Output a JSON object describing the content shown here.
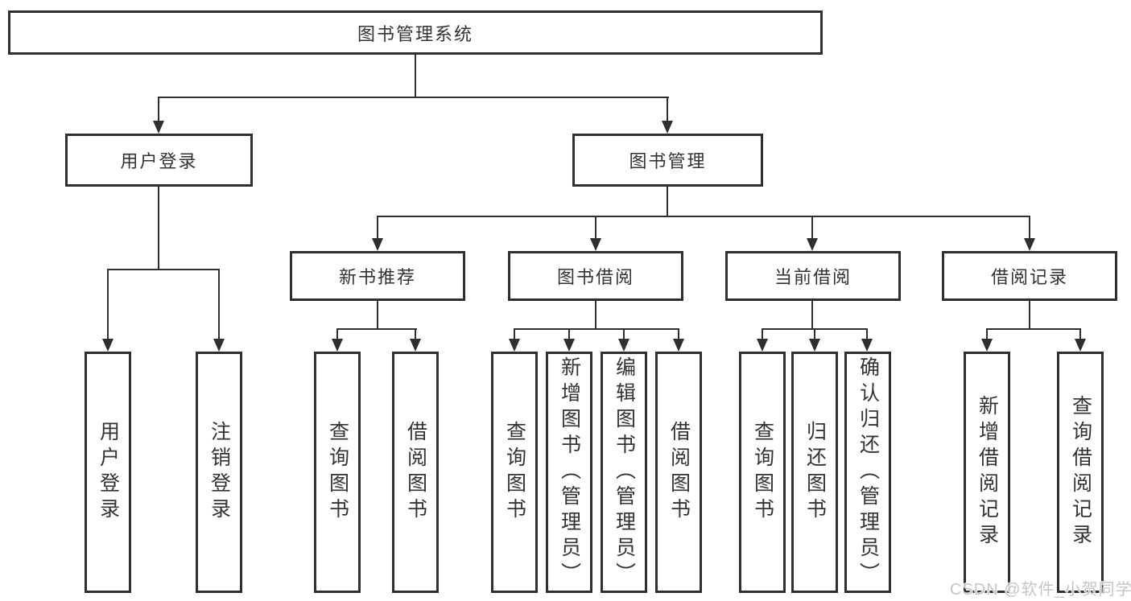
{
  "tree": {
    "root": {
      "label": "图书管理系统"
    },
    "user_login": {
      "label": "用户登录",
      "children": [
        {
          "label": "用户登录"
        },
        {
          "label": "注销登录"
        }
      ]
    },
    "book_mgmt": {
      "label": "图书管理",
      "modules": [
        {
          "label": "新书推荐",
          "children": [
            {
              "label": "查询图书"
            },
            {
              "label": "借阅图书"
            }
          ]
        },
        {
          "label": "图书借阅",
          "children": [
            {
              "label": "查询图书"
            },
            {
              "label": "新增图书（管理员）"
            },
            {
              "label": "编辑图书（管理员）"
            },
            {
              "label": "借阅图书"
            }
          ]
        },
        {
          "label": "当前借阅",
          "children": [
            {
              "label": "查询图书"
            },
            {
              "label": "归还图书"
            },
            {
              "label": "确认归还（管理员）"
            }
          ]
        },
        {
          "label": "借阅记录",
          "children": [
            {
              "label": "新增借阅记录"
            },
            {
              "label": "查询借阅记录"
            }
          ]
        }
      ]
    }
  },
  "watermark": {
    "text": "CSDN @软件_小贺同学"
  },
  "colors": {
    "line": "#2f2f2f",
    "text": "#333333",
    "watermark": "#c6c6c6",
    "background": "#ffffff"
  }
}
